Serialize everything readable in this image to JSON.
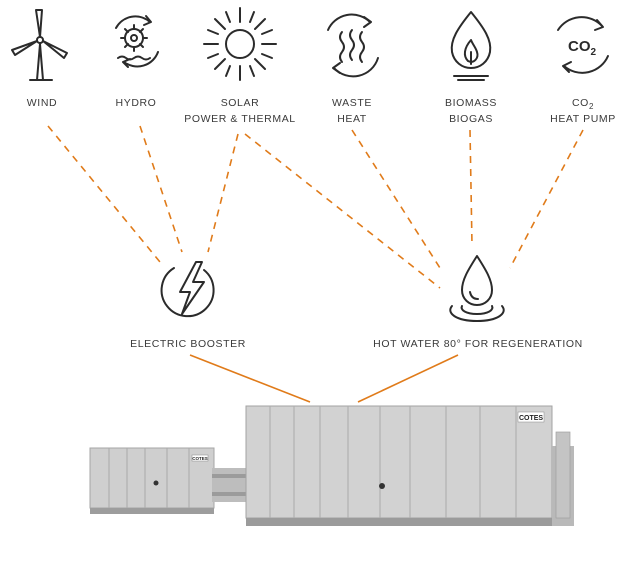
{
  "sources": {
    "wind": {
      "label": "WIND"
    },
    "hydro": {
      "label": "HYDRO"
    },
    "solar": {
      "label_line1": "SOLAR",
      "label_line2": "POWER & THERMAL"
    },
    "waste": {
      "label_line1": "WASTE",
      "label_line2": "HEAT"
    },
    "biomass": {
      "label_line1": "BIOMASS",
      "label_line2": "BIOGAS"
    },
    "co2": {
      "icon_text": "CO",
      "icon_sub": "2",
      "label_line1": "CO",
      "label_sub": "2",
      "label_line2": "HEAT PUMP"
    }
  },
  "hubs": {
    "electric": {
      "label": "ELECTRIC BOOSTER"
    },
    "hot_water": {
      "label": "HOT WATER 80° FOR REGENERATION"
    }
  },
  "unit": {
    "brand_small": "COTES",
    "brand_large": "COTES"
  },
  "colors": {
    "connector": "#e07b1a",
    "icon": "#2b2b2b",
    "unit_body": "#c9c9c9"
  }
}
